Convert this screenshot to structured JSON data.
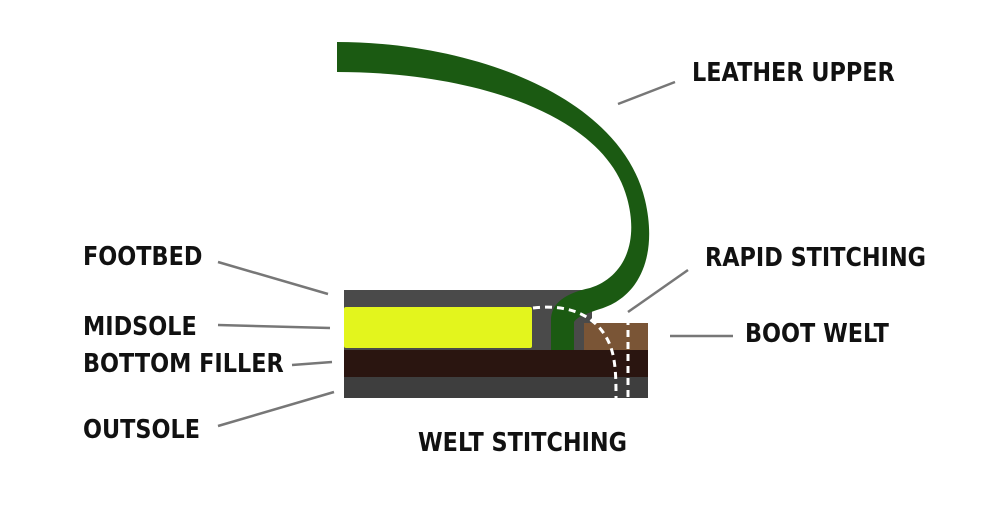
{
  "labels": {
    "leather_upper": "LEATHER UPPER",
    "footbed": "FOOTBED",
    "rapid_stitching": "RAPID STITCHING",
    "midsole": "MIDSOLE",
    "boot_welt": "BOOT WELT",
    "bottom_filler": "BOTTOM FILLER",
    "outsole": "OUTSOLE",
    "welt_stitching": "WELT STITCHING"
  },
  "colors": {
    "leather_upper": "#1b5a12",
    "footbed": "#4a4a4a",
    "midsole": "#e3f51d",
    "boot_welt": "#7a5536",
    "bottom_filler": "#2a1510",
    "outsole": "#3e3e3e",
    "stitching": "#ffffff",
    "leader_line": "#777777"
  }
}
